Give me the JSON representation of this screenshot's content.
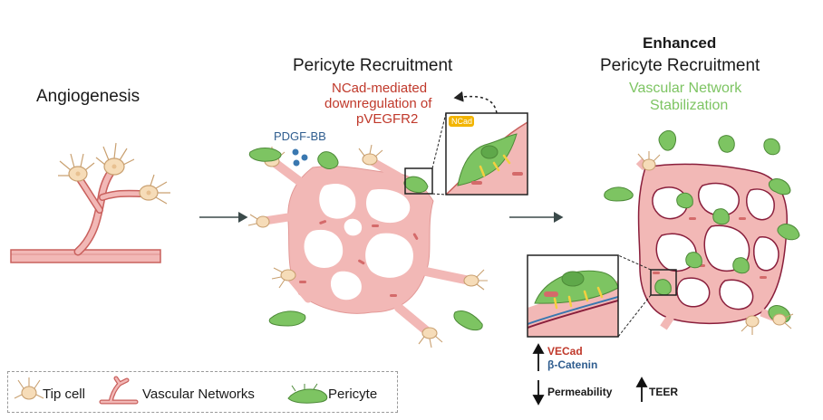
{
  "titles": {
    "angiogenesis": "Angiogenesis",
    "recruitment": "Pericyte Recruitment",
    "enhanced": "Enhanced",
    "enhanced_recruitment": "Pericyte Recruitment"
  },
  "annotations": {
    "ncad_line1": "NCad-mediated",
    "ncad_line2": "downregulation of",
    "ncad_line3": "pVEGFR2",
    "pdgf": "PDGF-BB",
    "ncad_tag": "NCad",
    "stab_line1": "Vascular Network",
    "stab_line2": "Stabilization"
  },
  "effects": {
    "vecad": "VECad",
    "bcatenin": "β-Catenin",
    "permeability": "Permeability",
    "teer": "TEER"
  },
  "legend": {
    "tip_cell": "Tip cell",
    "vascular": "Vascular Networks",
    "pericyte": "Pericyte"
  },
  "colors": {
    "vessel_fill": "#f2b8b6",
    "vessel_edge": "#c9605d",
    "vessel_dark": "#8a1f3c",
    "tip_cell": "#f6dcb8",
    "pericyte": "#7dc462",
    "pdgf": "#3a78b0",
    "ncad_red": "#c0392b",
    "stab_green": "#7dc462"
  }
}
